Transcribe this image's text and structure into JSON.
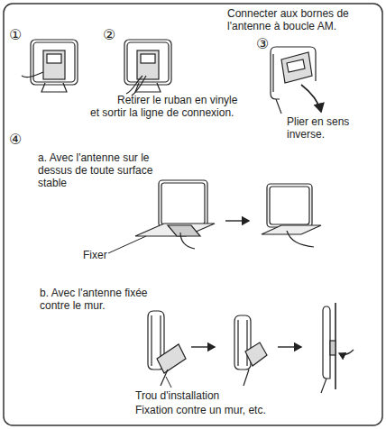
{
  "diagram": {
    "labels": [
      "Connecter aux bornes de l'antenne à boucle AM.",
      "①",
      "②",
      "③",
      "Retirer le ruban en vinyle et sortir la ligne de connexion.",
      "Plier en sens inverse.",
      "④",
      "a. Avec l'antenne sur le dessus de toute surface stable",
      "Fixer",
      "b. Avec l'antenne fixée contre le mur.",
      "Trou d'installation",
      "Fixation contre un mur, etc."
    ]
  }
}
